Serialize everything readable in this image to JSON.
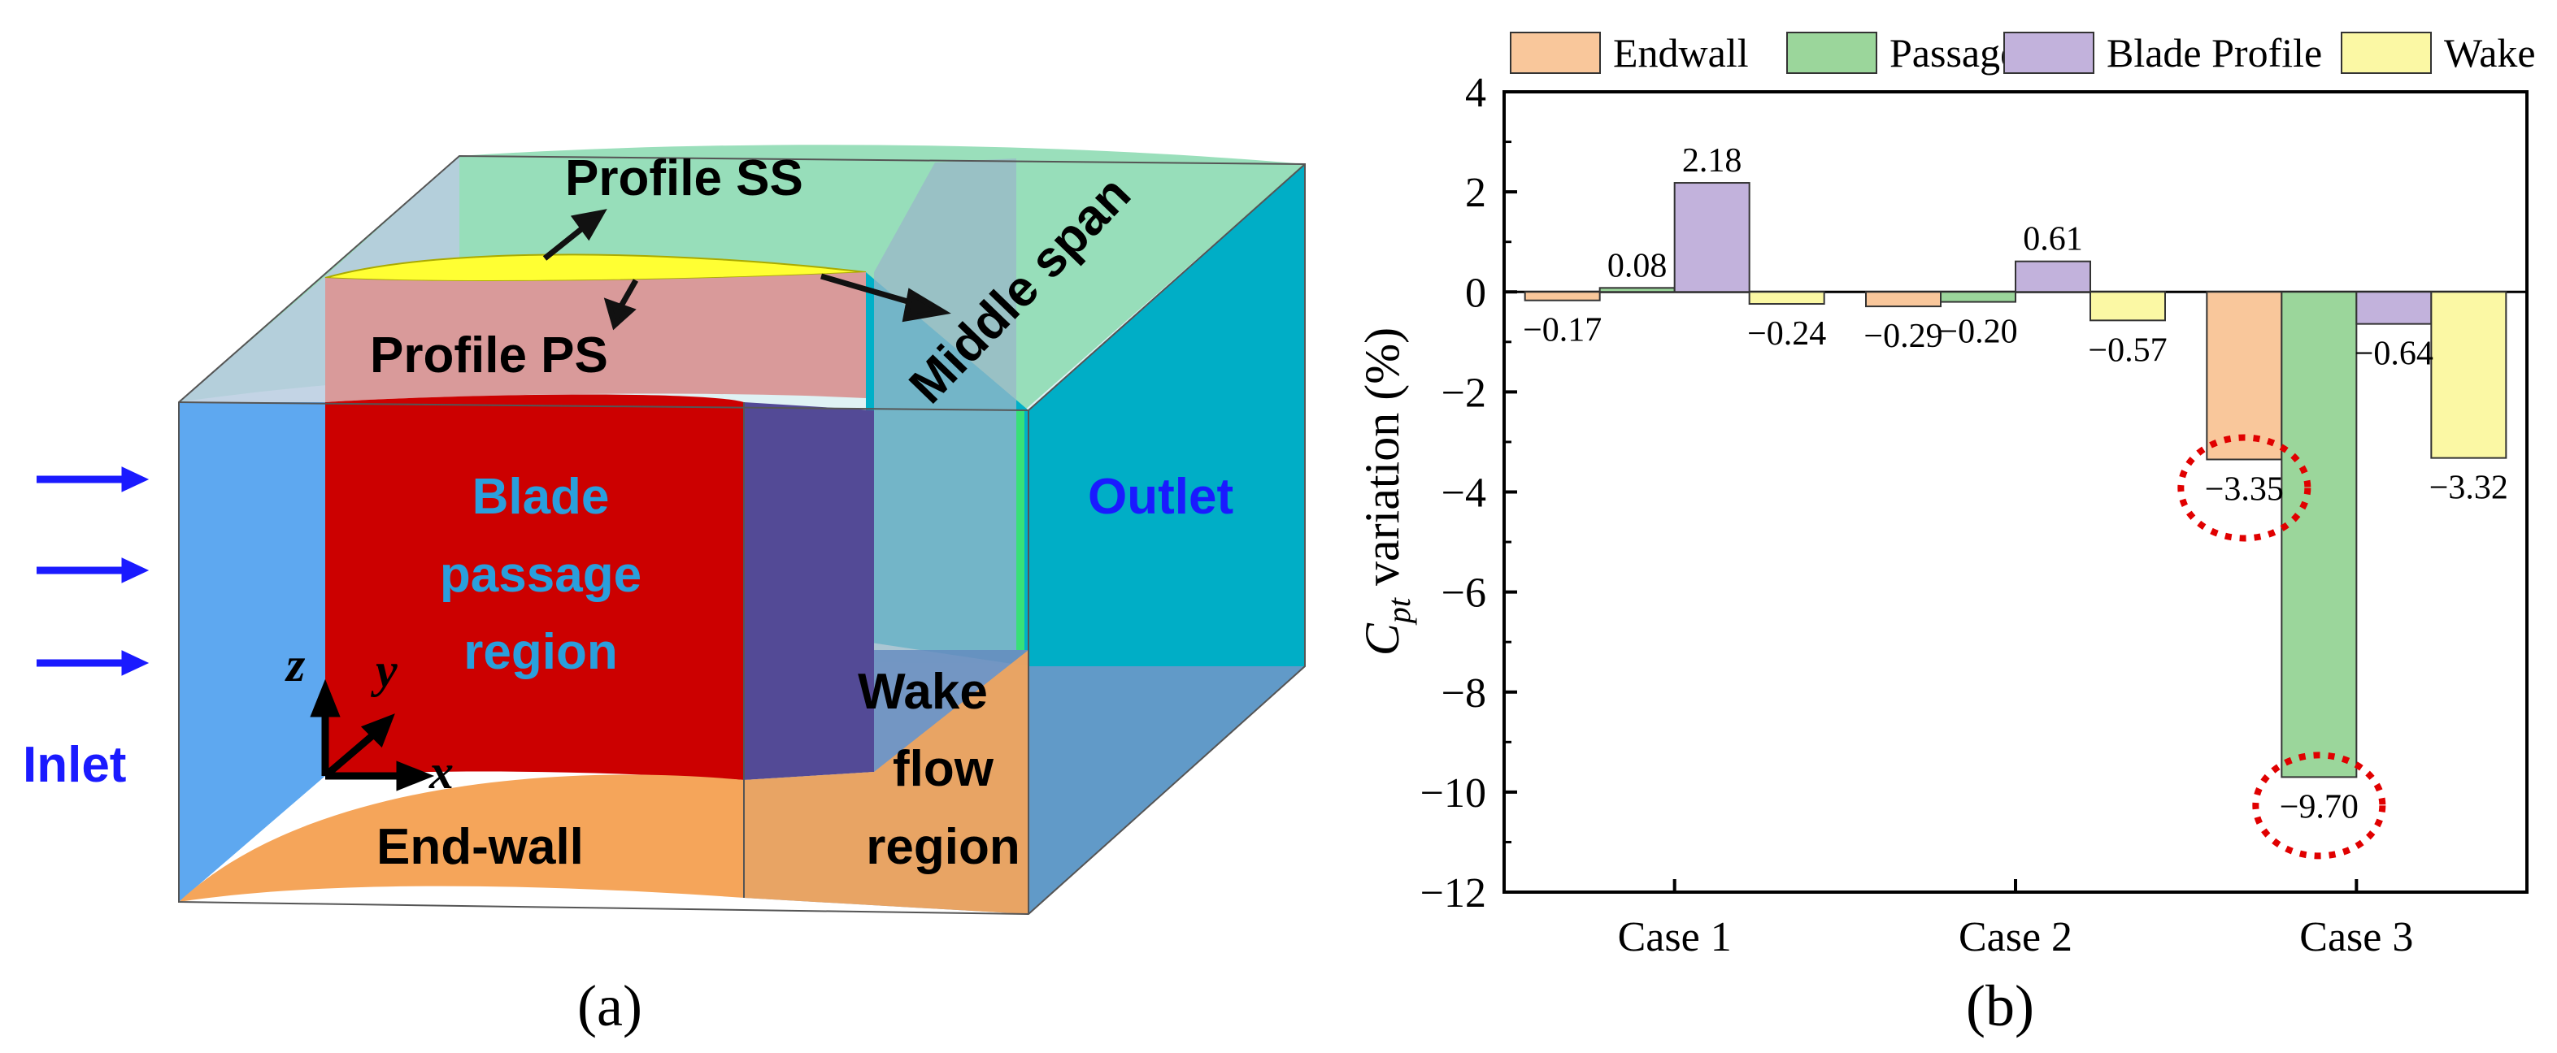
{
  "panel_a": {
    "caption": "(a)",
    "regions": {
      "profile_ss": "Profile SS",
      "profile_ps": "Profile PS",
      "middle_span": "Middle span",
      "blade_passage": [
        "Blade",
        "passage",
        "region"
      ],
      "outlet": "Outlet",
      "inlet": "Inlet",
      "end_wall": "End-wall",
      "wake": [
        "Wake",
        "flow",
        "region"
      ]
    },
    "axes": {
      "z": "z",
      "y": "y",
      "x": "x"
    },
    "colors": {
      "blade_red": "#cc0000",
      "inlet_blue": "#5ea8f0",
      "outlet_cyan": "#00b0c8",
      "top_green": "#8fdcb4",
      "endwall_orange": "#f5a55a",
      "wake_purple": "#534a96",
      "arrow_blue": "#1a1aff",
      "label_blue": "#2a9fdc"
    }
  },
  "panel_b": {
    "caption": "(b)",
    "ylabel_symbol": "C",
    "ylabel_subscript": "pt",
    "ylabel_rest": "variation (%)",
    "highlight_color": "#e00000"
  },
  "chart_data": {
    "type": "bar",
    "categories": [
      "Case 1",
      "Case 2",
      "Case 3"
    ],
    "series": [
      {
        "name": "Endwall",
        "color": "#f9c79b",
        "values": [
          -0.17,
          -0.29,
          -3.35
        ],
        "labels": [
          "−0.17",
          "−0.29",
          "−3.35"
        ]
      },
      {
        "name": "Passage",
        "color": "#9bd69b",
        "values": [
          0.08,
          -0.2,
          -9.7
        ],
        "labels": [
          "0.08",
          "−0.20",
          "−9.70"
        ]
      },
      {
        "name": "Blade Profile",
        "color": "#c2b2dc",
        "values": [
          2.18,
          0.61,
          -0.64
        ],
        "labels": [
          "2.18",
          "0.61",
          "−0.64"
        ]
      },
      {
        "name": "Wake",
        "color": "#fbf8a4",
        "values": [
          -0.24,
          -0.57,
          -3.32
        ],
        "labels": [
          "−0.24",
          "−0.57",
          "−3.32"
        ]
      }
    ],
    "ylim": [
      -12,
      4
    ],
    "yticks": [
      4,
      2,
      0,
      -2,
      -4,
      -6,
      -8,
      -10,
      -12
    ],
    "ytick_labels": [
      "4",
      "2",
      "0",
      "−2",
      "−4",
      "−6",
      "−8",
      "−10",
      "−12"
    ],
    "legend_position": "top",
    "highlighted": [
      {
        "series": 0,
        "category": 2
      },
      {
        "series": 1,
        "category": 2
      }
    ]
  }
}
